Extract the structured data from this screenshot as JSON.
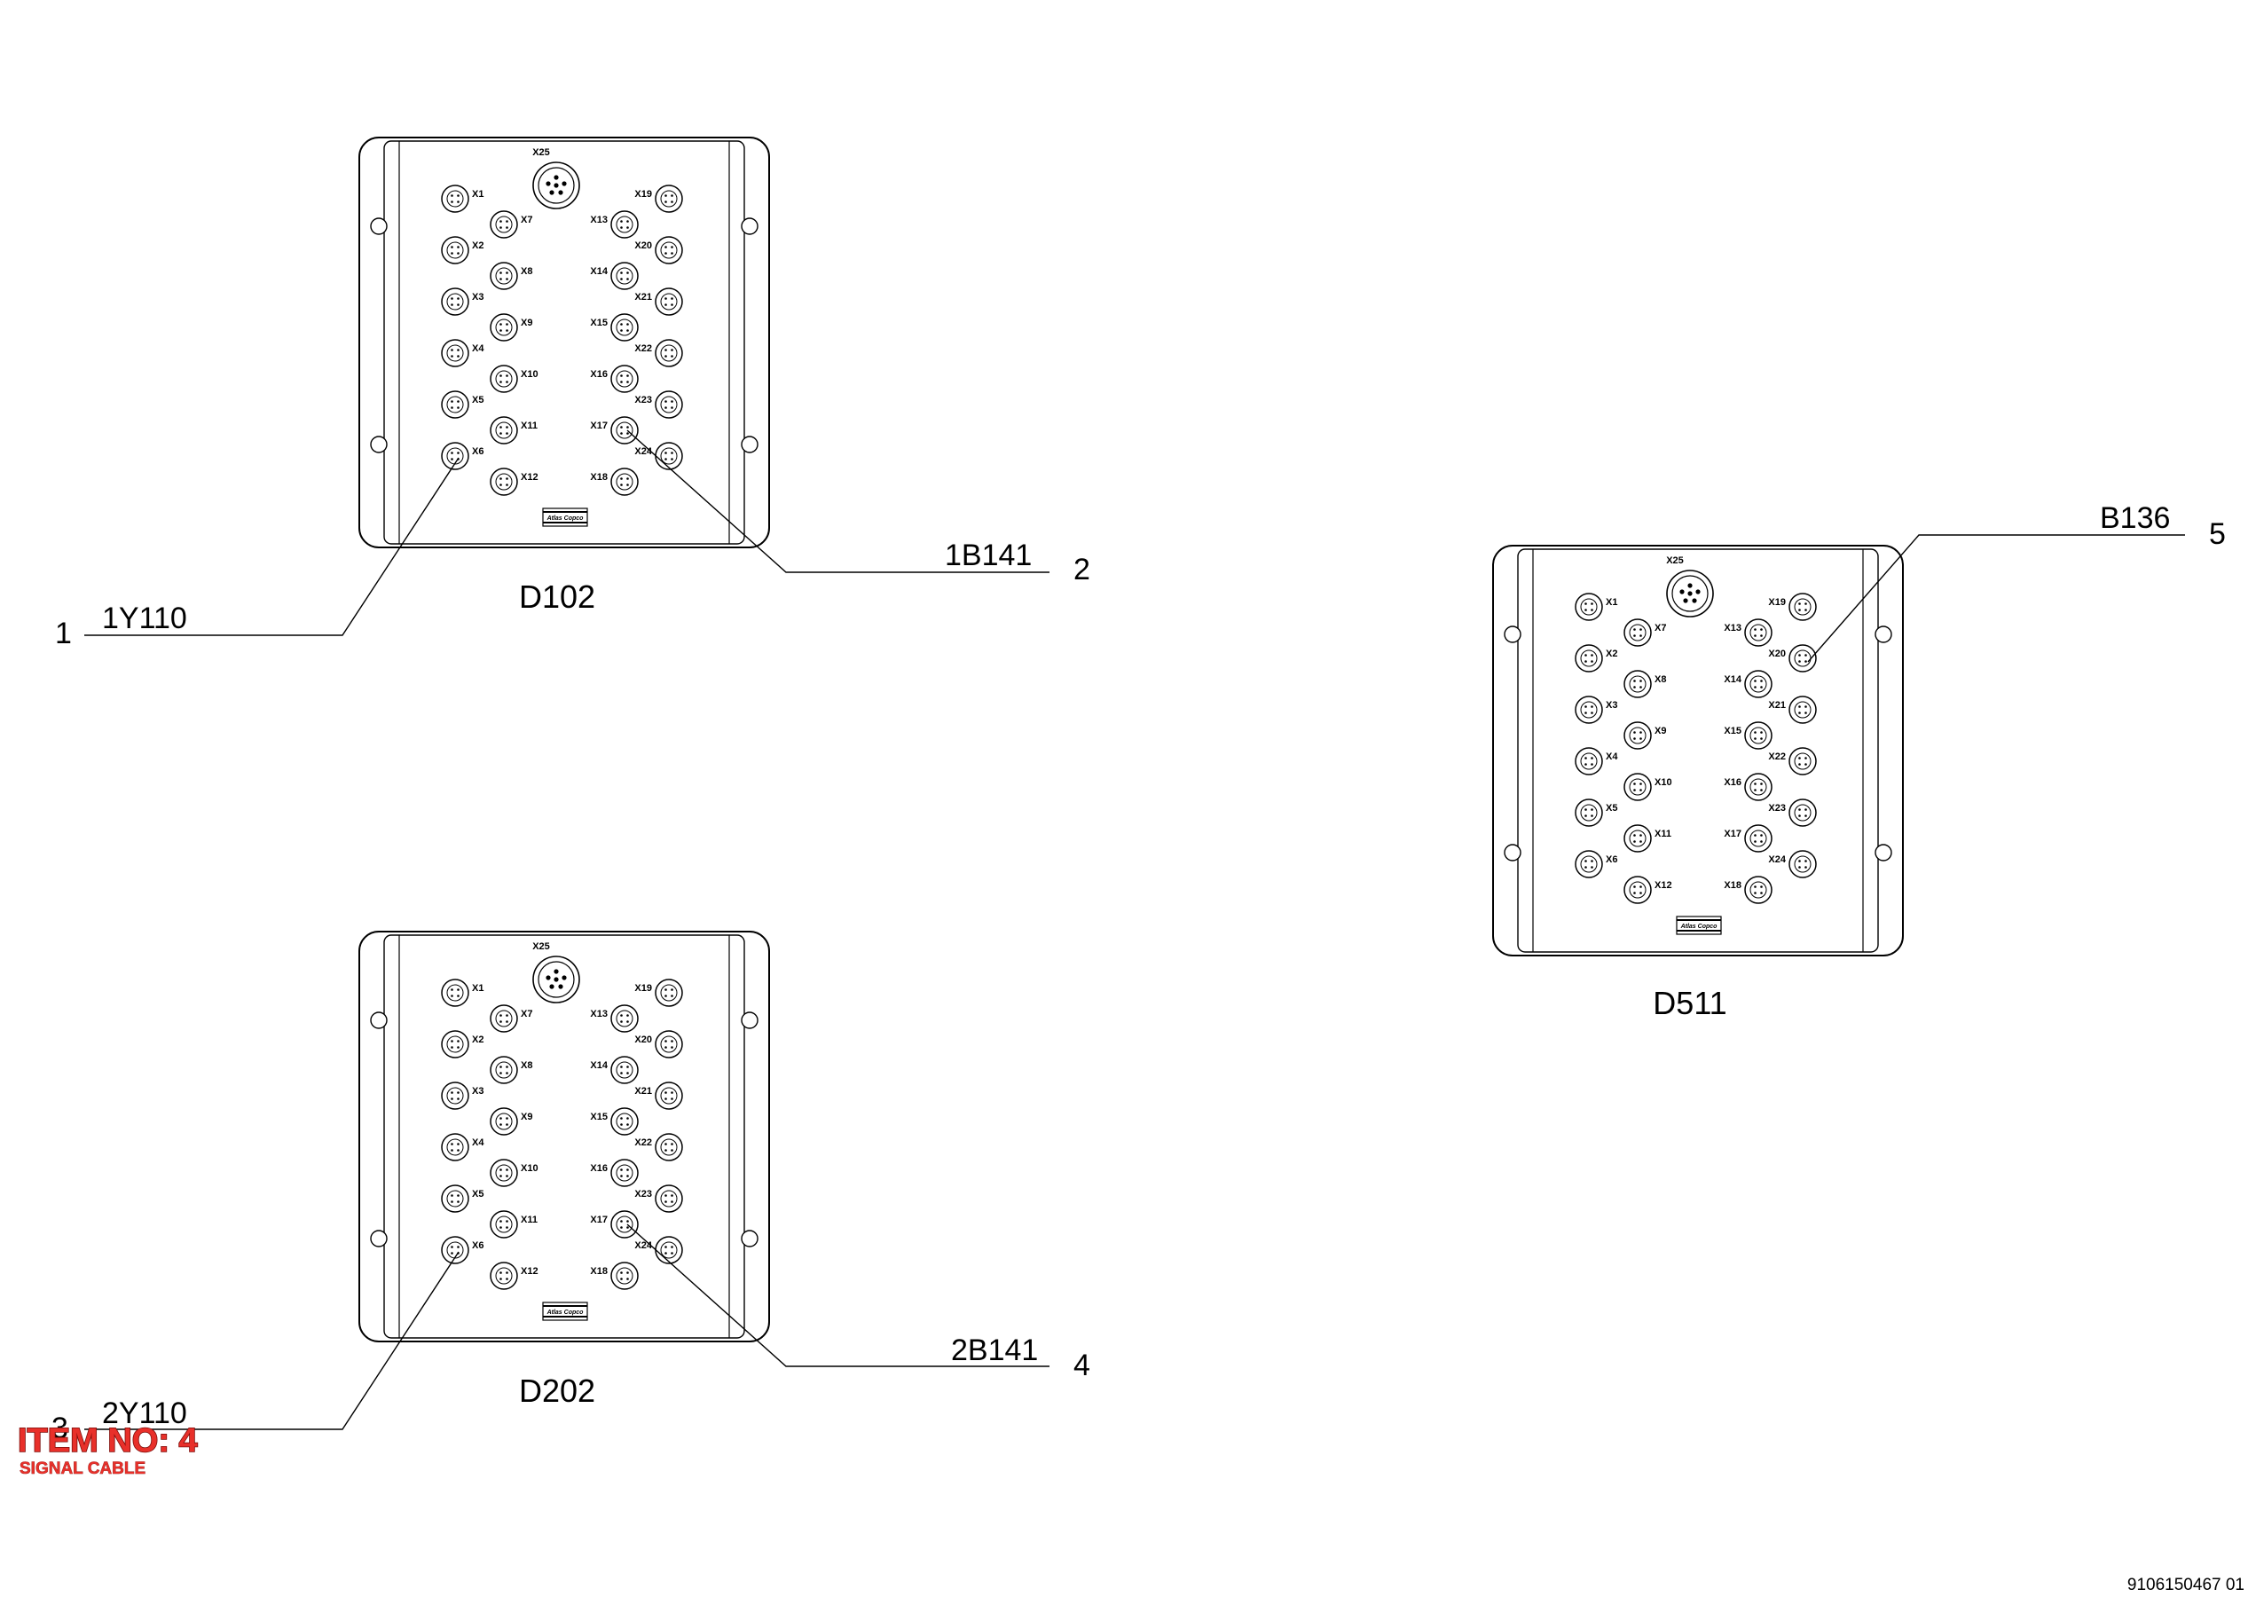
{
  "modules": [
    {
      "id": "D102",
      "top_connector": "X25",
      "ports": [
        "X1",
        "X2",
        "X3",
        "X4",
        "X5",
        "X6",
        "X7",
        "X8",
        "X9",
        "X10",
        "X11",
        "X12",
        "X13",
        "X14",
        "X15",
        "X16",
        "X17",
        "X18",
        "X19",
        "X20",
        "X21",
        "X22",
        "X23",
        "X24"
      ],
      "logo_text": "Atlas Copco"
    },
    {
      "id": "D202",
      "top_connector": "X25",
      "ports": [
        "X1",
        "X2",
        "X3",
        "X4",
        "X5",
        "X6",
        "X7",
        "X8",
        "X9",
        "X10",
        "X11",
        "X12",
        "X13",
        "X14",
        "X15",
        "X16",
        "X17",
        "X18",
        "X19",
        "X20",
        "X21",
        "X22",
        "X23",
        "X24"
      ],
      "logo_text": "Atlas Copco"
    },
    {
      "id": "D511",
      "top_connector": "X25",
      "ports": [
        "X1",
        "X2",
        "X3",
        "X4",
        "X5",
        "X6",
        "X7",
        "X8",
        "X9",
        "X10",
        "X11",
        "X12",
        "X13",
        "X14",
        "X15",
        "X16",
        "X17",
        "X18",
        "X19",
        "X20",
        "X21",
        "X22",
        "X23",
        "X24"
      ],
      "logo_text": "Atlas Copco"
    }
  ],
  "callouts": [
    {
      "number": "1",
      "label": "1Y110",
      "module": "D102",
      "port": "X6"
    },
    {
      "number": "2",
      "label": "1B141",
      "module": "D102",
      "port": "X17"
    },
    {
      "number": "3",
      "label": "2Y110",
      "module": "D202",
      "port": "X6"
    },
    {
      "number": "4",
      "label": "2B141",
      "module": "D202",
      "port": "X17"
    },
    {
      "number": "5",
      "label": "B136",
      "module": "D511",
      "port": "X20"
    }
  ],
  "item_stamp": {
    "title": "ITEM NO: 4",
    "description": "SIGNAL CABLE"
  },
  "drawing_number": "9106150467 01",
  "colors": {
    "line": "#000000",
    "stamp": "#e8302a"
  }
}
